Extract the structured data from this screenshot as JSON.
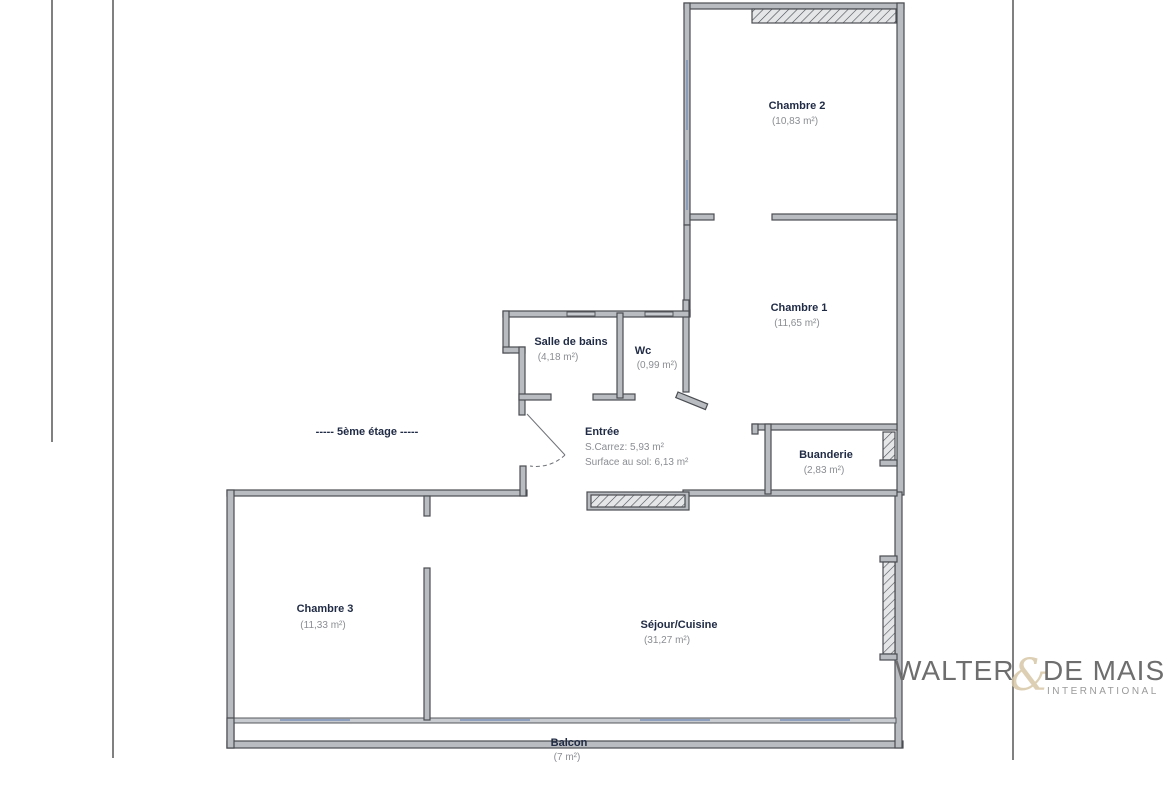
{
  "floor_label": "----- 5ème étage -----",
  "rooms": {
    "chambre2": {
      "name": "Chambre 2",
      "area": "(10,83 m²)"
    },
    "chambre1": {
      "name": "Chambre 1",
      "area": "(11,65 m²)"
    },
    "salle_de_bains": {
      "name": "Salle de bains",
      "area": "(4,18 m²)"
    },
    "wc": {
      "name": "Wc",
      "area": "(0,99 m²)"
    },
    "entree": {
      "name": "Entrée",
      "carrez": "S.Carrez: 5,93 m²",
      "sol": "Surface au sol: 6,13 m²"
    },
    "buanderie": {
      "name": "Buanderie",
      "area": "(2,83 m²)"
    },
    "chambre3": {
      "name": "Chambre 3",
      "area": "(11,33 m²)"
    },
    "sejour": {
      "name": "Séjour/Cuisine",
      "area": "(31,27 m²)"
    },
    "balcon": {
      "name": "Balcon",
      "area": "(7 m²)"
    }
  },
  "watermark": {
    "main_left": "WALTER",
    "ampersand": "&",
    "main_right": "DE MAIS",
    "sub": "INTERNATIONAL"
  },
  "colors": {
    "wall": "#b9bcc0",
    "wall_outline": "#4a4d52",
    "window": "#6b86b3",
    "room_label": "#1f2a44",
    "area_label": "#8a8d92"
  }
}
